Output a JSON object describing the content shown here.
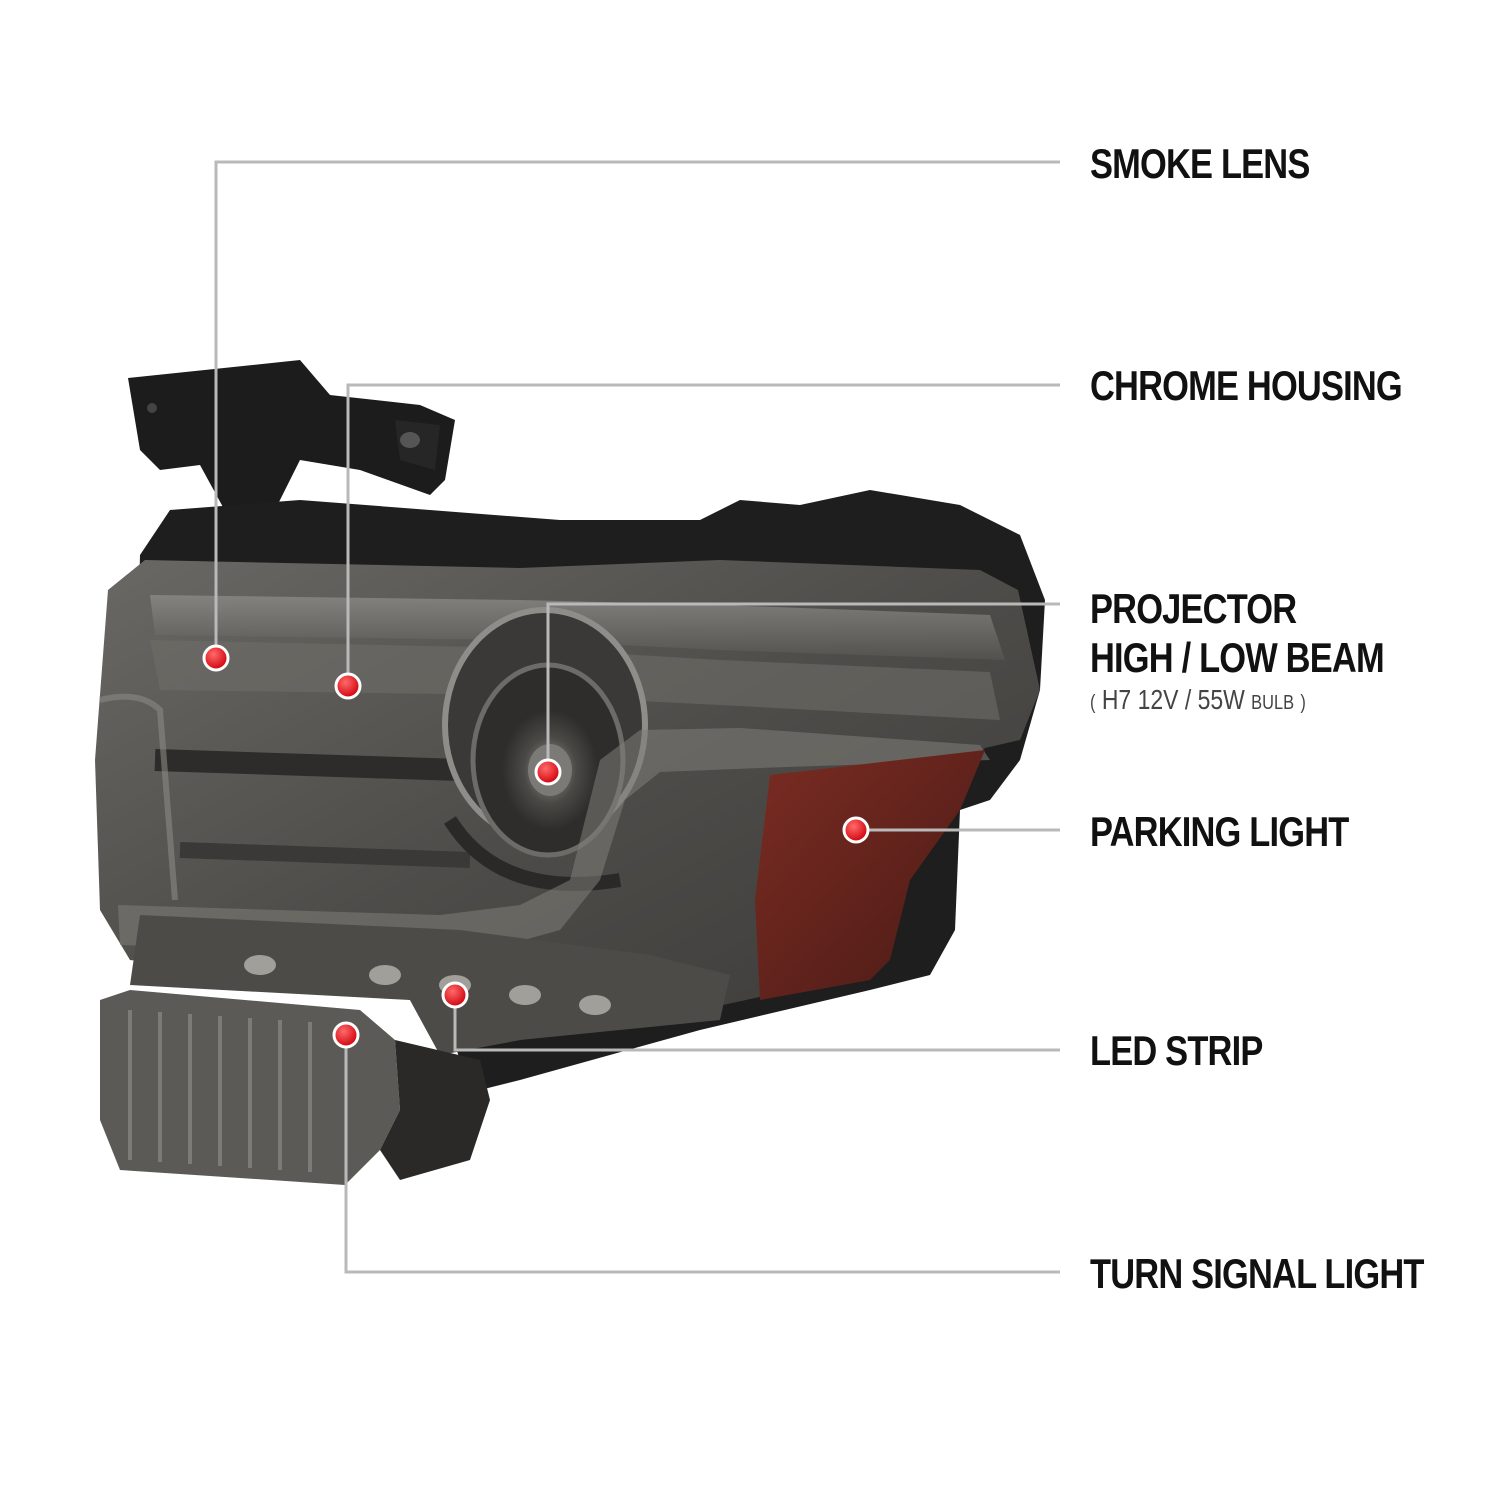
{
  "colors": {
    "leader_line": "#b9b9b9",
    "marker": "#e3141c",
    "label_text": "#111111"
  },
  "callouts": [
    {
      "id": "smoke-lens",
      "label": "SMOKE LENS"
    },
    {
      "id": "chrome-housing",
      "label": "CHROME HOUSING"
    },
    {
      "id": "projector",
      "label_line1": "PROJECTOR",
      "label_line2": "HIGH / LOW BEAM",
      "spec": {
        "open": "(",
        "bulb_type": "H7",
        "power": "12V / 55W",
        "unit": "BULB",
        "close": ")"
      }
    },
    {
      "id": "parking-light",
      "label": "PARKING LIGHT"
    },
    {
      "id": "led-strip",
      "label": "LED STRIP"
    },
    {
      "id": "turn-signal-light",
      "label": "TURN SIGNAL LIGHT"
    }
  ]
}
